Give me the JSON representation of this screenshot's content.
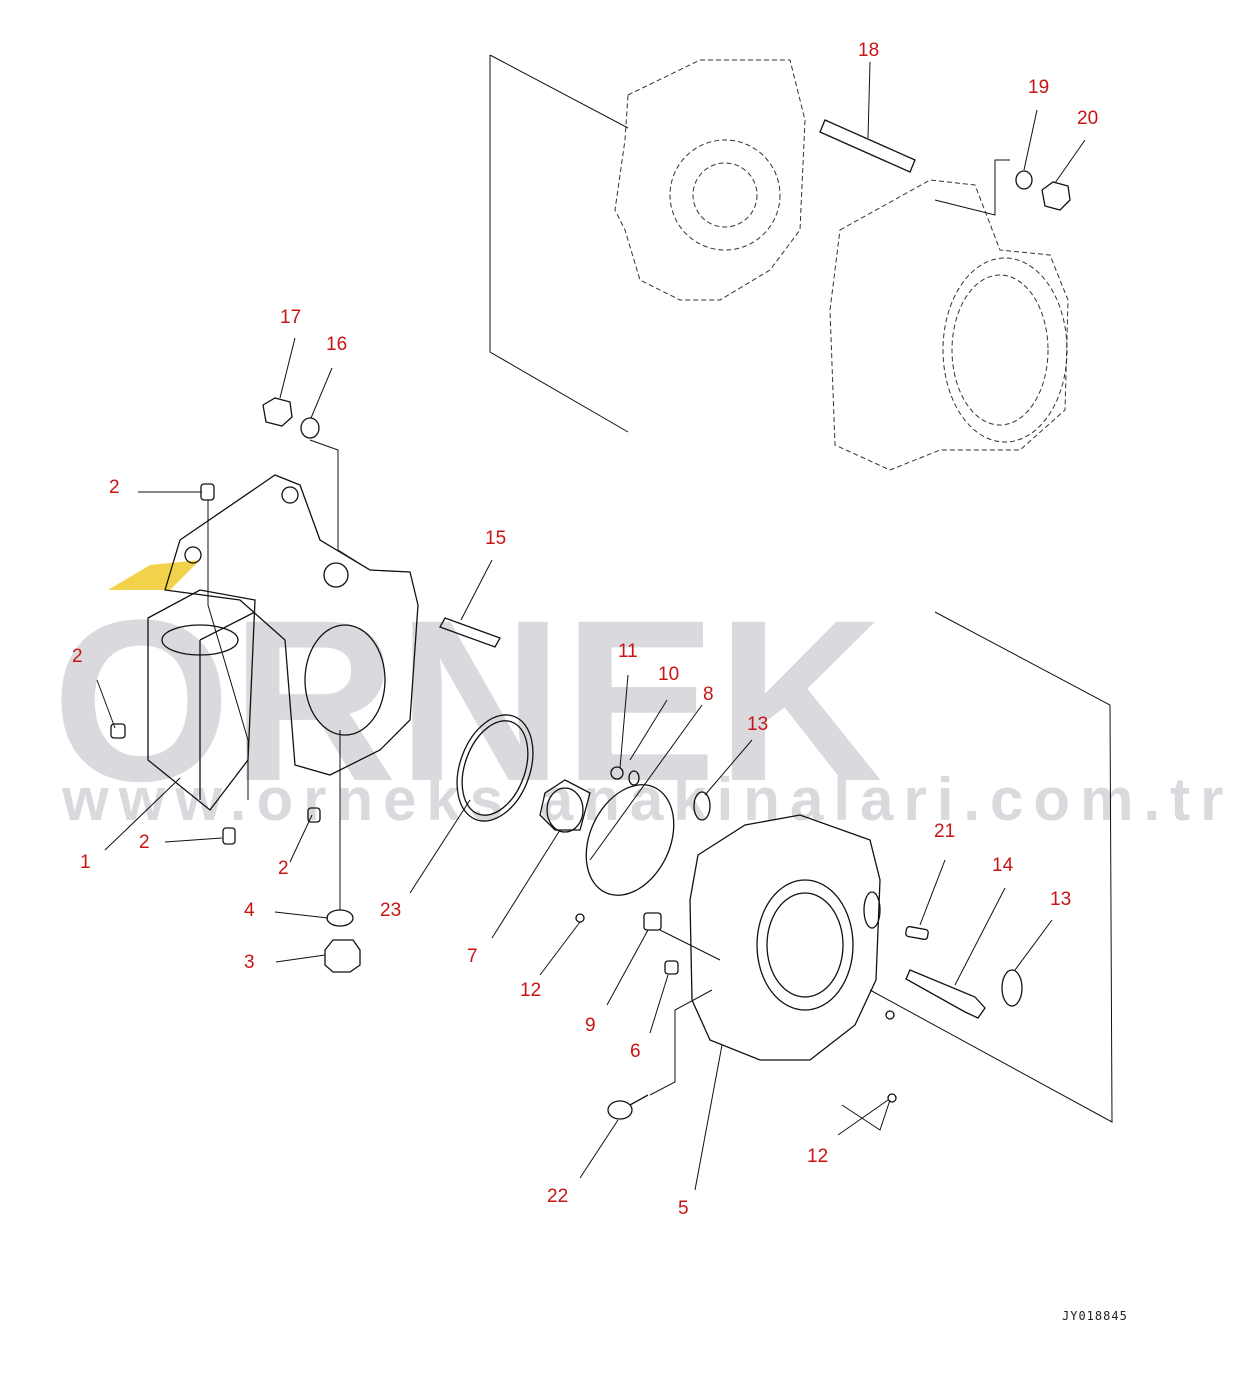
{
  "watermark": {
    "brand": "ORNEK",
    "url": "www.orneks anakinalari.com.tr"
  },
  "drawing_code": "JY018845",
  "callouts": [
    {
      "id": "c1",
      "label": "1"
    },
    {
      "id": "c2a",
      "label": "2"
    },
    {
      "id": "c2b",
      "label": "2"
    },
    {
      "id": "c2c",
      "label": "2"
    },
    {
      "id": "c2d",
      "label": "2"
    },
    {
      "id": "c3",
      "label": "3"
    },
    {
      "id": "c4",
      "label": "4"
    },
    {
      "id": "c5",
      "label": "5"
    },
    {
      "id": "c6",
      "label": "6"
    },
    {
      "id": "c7",
      "label": "7"
    },
    {
      "id": "c8",
      "label": "8"
    },
    {
      "id": "c9",
      "label": "9"
    },
    {
      "id": "c10",
      "label": "10"
    },
    {
      "id": "c11",
      "label": "11"
    },
    {
      "id": "c12a",
      "label": "12"
    },
    {
      "id": "c12b",
      "label": "12"
    },
    {
      "id": "c13a",
      "label": "13"
    },
    {
      "id": "c13b",
      "label": "13"
    },
    {
      "id": "c14",
      "label": "14"
    },
    {
      "id": "c15",
      "label": "15"
    },
    {
      "id": "c16",
      "label": "16"
    },
    {
      "id": "c17",
      "label": "17"
    },
    {
      "id": "c18",
      "label": "18"
    },
    {
      "id": "c19",
      "label": "19"
    },
    {
      "id": "c20",
      "label": "20"
    },
    {
      "id": "c21",
      "label": "21"
    },
    {
      "id": "c22",
      "label": "22"
    },
    {
      "id": "c23",
      "label": "23"
    }
  ]
}
